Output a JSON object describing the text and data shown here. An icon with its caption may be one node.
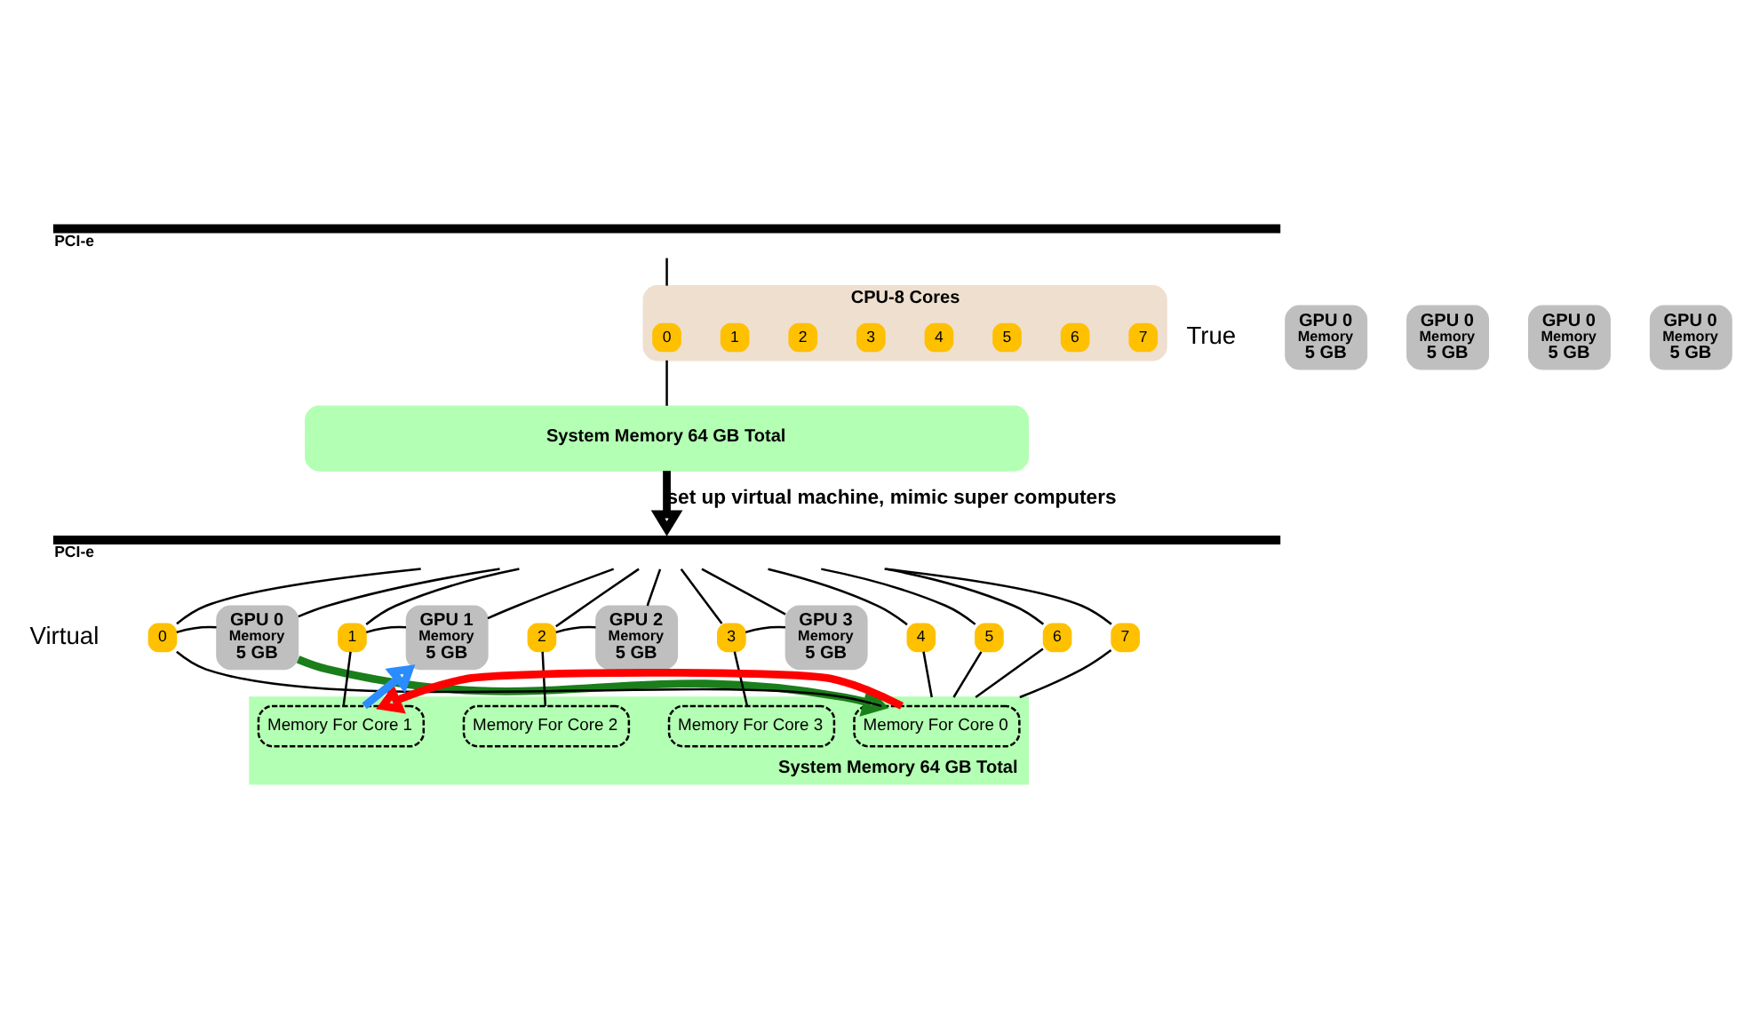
{
  "diagram": {
    "nodes": [
      {
        "text": [],
        "shape": "bar",
        "beside": [
          "PCI-e"
        ]
      },
      {
        "text": [
          "CPU-8 Cores"
        ]
      },
      {
        "text": [
          "0"
        ],
        "in": 1
      },
      {
        "text": [
          "1"
        ],
        "in": 1
      },
      {
        "text": [
          "2"
        ],
        "in": 1
      },
      {
        "text": [
          "3"
        ],
        "in": 1
      },
      {
        "text": [
          "4"
        ],
        "in": 1
      },
      {
        "text": [
          "5"
        ],
        "in": 1
      },
      {
        "text": [
          "6"
        ],
        "in": 1
      },
      {
        "text": [
          "7"
        ],
        "in": 1
      },
      {
        "text": [
          "GPU 0",
          "Memory",
          "5 GB"
        ]
      },
      {
        "text": [
          "GPU 0",
          "Memory",
          "5 GB"
        ]
      },
      {
        "text": [
          "GPU 0",
          "Memory",
          "5 GB"
        ]
      },
      {
        "text": [
          "GPU 0",
          "Memory",
          "5 GB"
        ]
      },
      {
        "text": [
          "System Memory 64 GB Total"
        ]
      },
      {
        "text": [],
        "shape": "bar",
        "beside": [
          "PCI-e"
        ]
      },
      {
        "text": [
          "GPU 0",
          "Memory",
          "5 GB"
        ]
      },
      {
        "text": [
          "GPU 1",
          "Memory",
          "5 GB"
        ]
      },
      {
        "text": [
          "GPU 2",
          "Memory",
          "5 GB"
        ]
      },
      {
        "text": [
          "GPU 3",
          "Memory",
          "5 GB"
        ]
      },
      {
        "text": [
          "0"
        ]
      },
      {
        "text": [
          "1"
        ]
      },
      {
        "text": [
          "2"
        ]
      },
      {
        "text": [
          "3"
        ]
      },
      {
        "text": [
          "4"
        ]
      },
      {
        "text": [
          "5"
        ]
      },
      {
        "text": [
          "6"
        ]
      },
      {
        "text": [
          "7"
        ]
      },
      {
        "text": [
          "System Memory 64 GB Total"
        ]
      },
      {
        "text": [
          "Memory For Core 0"
        ],
        "in": 28
      },
      {
        "text": [
          "Memory For Core 1"
        ],
        "in": 28
      },
      {
        "text": [
          "Memory For Core 2"
        ],
        "in": 28
      },
      {
        "text": [
          "Memory For Core 3"
        ],
        "in": 28
      }
    ],
    "edges": [
      {
        "from": 0,
        "to": 1,
        "arrow": "none"
      },
      {
        "from": 1,
        "to": 14,
        "arrow": "none"
      },
      {
        "from": 14,
        "to": 15,
        "arrow": "to",
        "style": "thick",
        "label": "set up virtual machine, mimic super computers"
      },
      {
        "from": 15,
        "to": 16,
        "arrow": "none"
      },
      {
        "from": 15,
        "to": 17,
        "arrow": "none"
      },
      {
        "from": 15,
        "to": 18,
        "arrow": "none"
      },
      {
        "from": 15,
        "to": 19,
        "arrow": "none"
      },
      {
        "from": 15,
        "to": 20,
        "arrow": "none"
      },
      {
        "from": 15,
        "to": 21,
        "arrow": "none"
      },
      {
        "from": 15,
        "to": 22,
        "arrow": "none"
      },
      {
        "from": 15,
        "to": 23,
        "arrow": "none"
      },
      {
        "from": 15,
        "to": 24,
        "arrow": "none"
      },
      {
        "from": 15,
        "to": 25,
        "arrow": "none"
      },
      {
        "from": 15,
        "to": 26,
        "arrow": "none"
      },
      {
        "from": 15,
        "to": 27,
        "arrow": "none"
      },
      {
        "from": 20,
        "to": 16,
        "arrow": "none"
      },
      {
        "from": 21,
        "to": 17,
        "arrow": "none"
      },
      {
        "from": 22,
        "to": 18,
        "arrow": "none"
      },
      {
        "from": 23,
        "to": 19,
        "arrow": "none"
      },
      {
        "from": 20,
        "to": 29,
        "arrow": "none"
      },
      {
        "from": 21,
        "to": 30,
        "arrow": "none"
      },
      {
        "from": 22,
        "to": 31,
        "arrow": "none"
      },
      {
        "from": 23,
        "to": 32,
        "arrow": "none"
      },
      {
        "from": 24,
        "to": 28,
        "arrow": "none"
      },
      {
        "from": 25,
        "to": 28,
        "arrow": "none"
      },
      {
        "from": 26,
        "to": 28,
        "arrow": "none"
      },
      {
        "from": 27,
        "to": 28,
        "arrow": "none"
      },
      {
        "from": 16,
        "to": 29,
        "arrow": "to",
        "style": "thick",
        "color": "#1a7f1a"
      },
      {
        "from": 29,
        "to": 30,
        "arrow": "to",
        "style": "thick",
        "color": "#ff0000"
      },
      {
        "from": 30,
        "to": 17,
        "arrow": "to",
        "style": "thick",
        "color": "#2a8cff"
      }
    ],
    "labels": [
      "True",
      "Virtual"
    ]
  }
}
